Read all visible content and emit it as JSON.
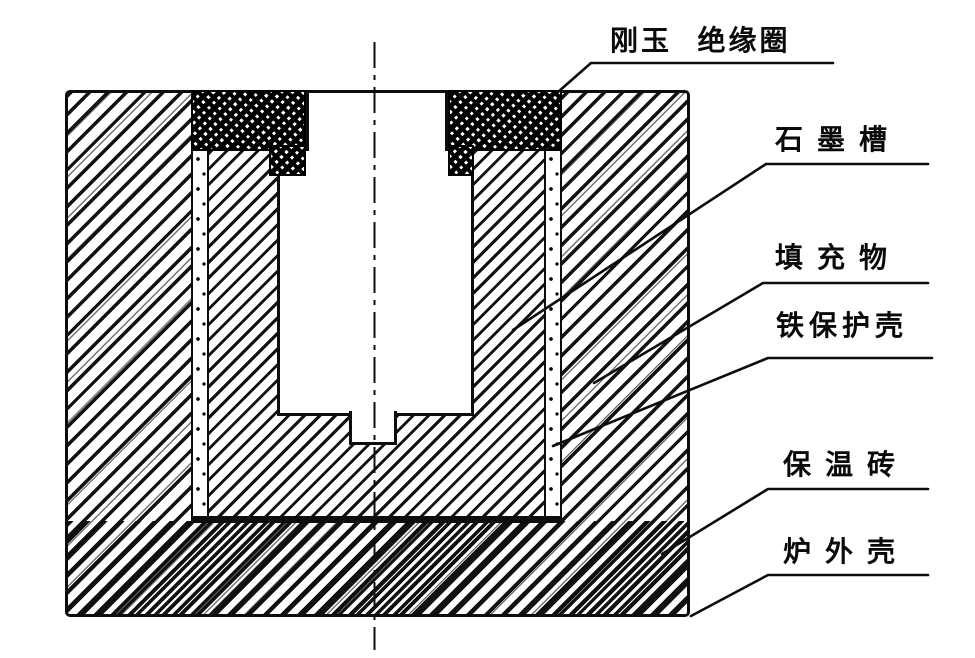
{
  "diagram": {
    "kind": "furnace cross-section line drawing (scanned textbook figure)",
    "colors": {
      "ink": "#0d0d0d",
      "paper": "#ffffff"
    },
    "labels": {
      "corundum_ring": {
        "text": "刚玉  绝缘圈",
        "points_to": "dark cross-hatched rings at crucible mouth"
      },
      "graphite_crucible": {
        "text": "石墨槽",
        "points_to": "hatched crucible wall around the bore"
      },
      "filler": {
        "text": "填充物",
        "points_to": "hatched packing outside the shell strip"
      },
      "iron_shell": {
        "text": "铁保护壳",
        "points_to": "thin dotted strip around the crucible"
      },
      "insulating_brick": {
        "text": "保温砖",
        "points_to": "hatched lower brick region"
      },
      "furnace_outer_shell": {
        "text": "炉外壳",
        "points_to": "outer boundary outline of the block"
      }
    }
  }
}
